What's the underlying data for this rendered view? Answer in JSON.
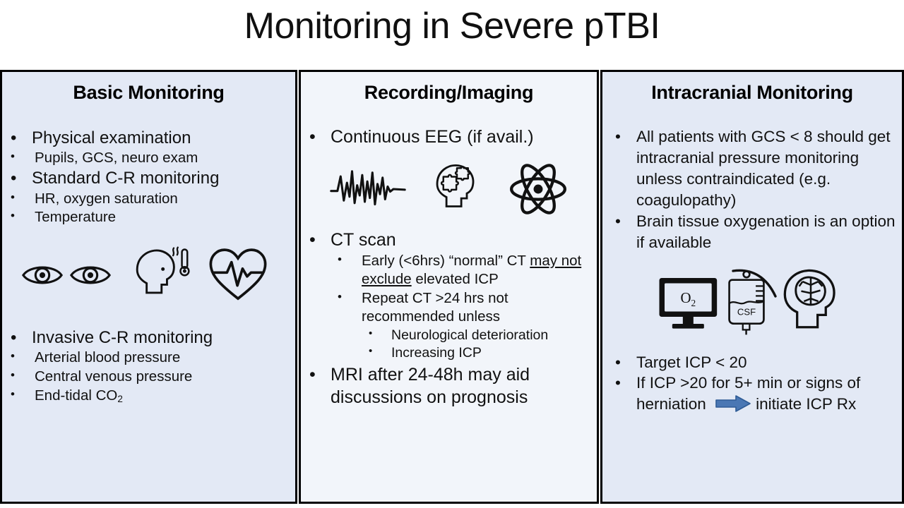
{
  "slide": {
    "title": "Monitoring in Severe pTBI",
    "background": "#ffffff"
  },
  "colors": {
    "panel_blue": "#e3e9f5",
    "panel_light": "#f2f5fa",
    "border": "#000000",
    "text": "#111111",
    "arrow_fill": "#4a77b4",
    "arrow_stroke": "#2f5c96"
  },
  "columns": [
    {
      "id": "basic-monitoring",
      "header": "Basic Monitoring",
      "background": "#e3e9f5",
      "bullets_top": [
        {
          "level": 1,
          "text": "Physical examination"
        },
        {
          "level": 2,
          "text": "Pupils, GCS, neuro exam"
        },
        {
          "level": 1,
          "text": "Standard C-R monitoring"
        },
        {
          "level": 2,
          "text": "HR, oxygen saturation"
        },
        {
          "level": 2,
          "text": "Temperature"
        }
      ],
      "icons": [
        "eye-icon",
        "eye-icon",
        "head-thermometer-icon",
        "heart-pulse-icon"
      ],
      "bullets_bottom": [
        {
          "level": 1,
          "text": "Invasive C-R monitoring"
        },
        {
          "level": 2,
          "text": "Arterial blood pressure"
        },
        {
          "level": 2,
          "text": "Central venous pressure"
        },
        {
          "level": 2,
          "text": "End-tidal CO",
          "subscript": "2"
        }
      ]
    },
    {
      "id": "recording-imaging",
      "header": "Recording/Imaging",
      "background": "#f2f5fa",
      "bullets_top": [
        {
          "level": 1,
          "text": "Continuous EEG (if avail.)"
        }
      ],
      "icons": [
        "eeg-waveform-icon",
        "head-puzzle-brain-icon",
        "atom-icon"
      ],
      "bullets_bottom": [
        {
          "level": 1,
          "text": "CT scan"
        },
        {
          "level": 2,
          "text_before": "Early (<6hrs) “normal” CT ",
          "text_underline": "may not exclude",
          "text_after": " elevated ICP"
        },
        {
          "level": 2,
          "text": "Repeat CT >24 hrs not recommended unless"
        },
        {
          "level": 3,
          "text": "Neurological deterioration"
        },
        {
          "level": 3,
          "text": "Increasing ICP"
        },
        {
          "level": 1,
          "text": "MRI after 24-48h may aid discussions on prognosis"
        }
      ]
    },
    {
      "id": "intracranial-monitoring",
      "header": "Intracranial Monitoring",
      "background": "#e3e9f5",
      "bullets_top": [
        {
          "level": 1,
          "text": "All patients with GCS < 8 should get intracranial pressure monitoring unless contraindicated (e.g. coagulopathy)"
        },
        {
          "level": 1,
          "text": "Brain tissue oxygenation is an option if available"
        }
      ],
      "icons": [
        "o2-monitor-icon",
        "csf-drainage-bag-icon",
        "head-brain-icon"
      ],
      "icon_labels": {
        "monitor": "O",
        "monitor_sub": "2",
        "bag": "CSF"
      },
      "bullets_bottom": [
        {
          "level": 1,
          "text": "Target ICP < 20"
        },
        {
          "level": 1,
          "text_before": "If ICP >20 for 5+ min or signs of herniation ",
          "arrow": "right-arrow-icon",
          "text_after": "initiate ICP Rx"
        }
      ]
    }
  ]
}
